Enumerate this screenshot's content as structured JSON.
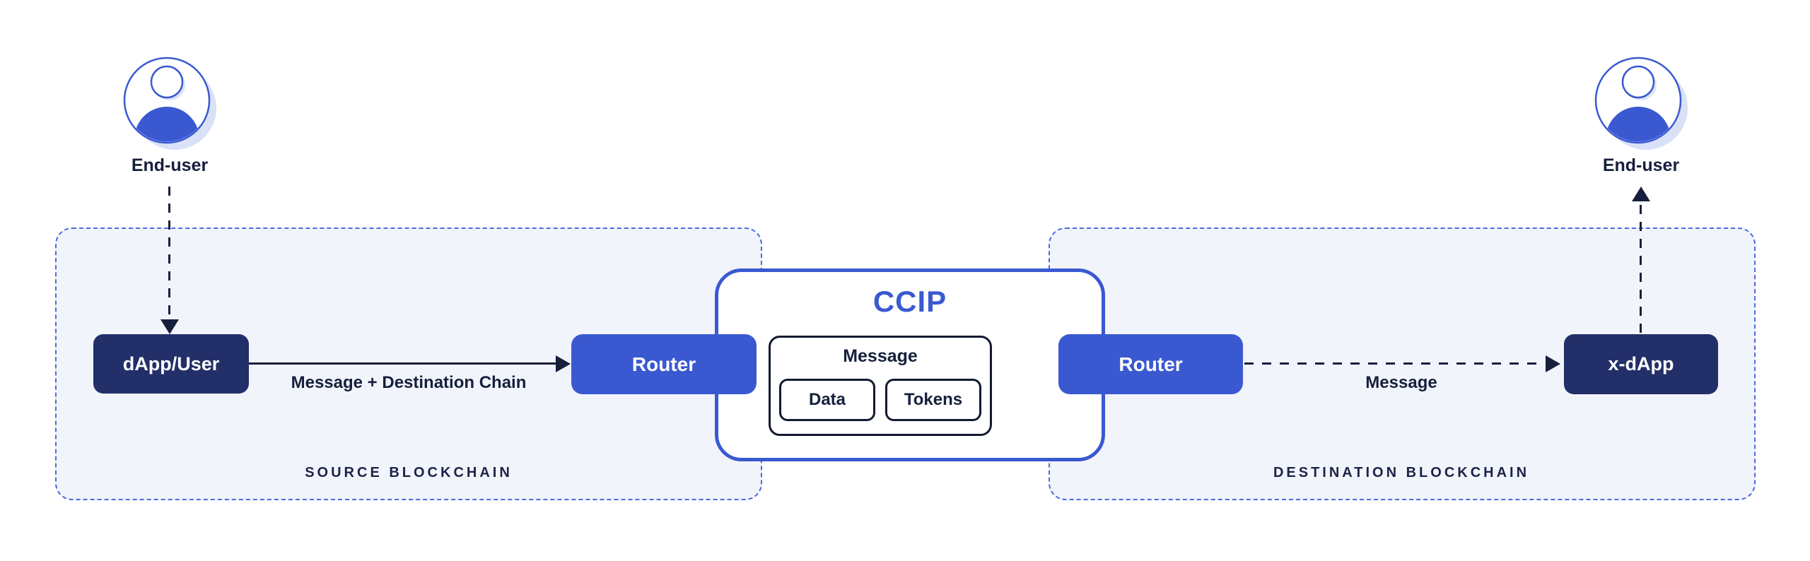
{
  "colors": {
    "brand_blue": "#3A59D1",
    "navy": "#232F68",
    "text_dark": "#16203C",
    "region_bg": "#F2F4FB",
    "region_border_blue": "#4A6BE0",
    "avatar_shadow": "#D9E1F8",
    "canvas_bg": "#FFFFFF",
    "box_border_dark": "#121A2E"
  },
  "source_region": {
    "label": "SOURCE BLOCKCHAIN"
  },
  "destination_region": {
    "label": "DESTINATION BLOCKCHAIN"
  },
  "end_user_left": {
    "label": "End-user"
  },
  "end_user_right": {
    "label": "End-user"
  },
  "nodes": {
    "dapp_user": "dApp/User",
    "router_left": "Router",
    "router_right": "Router",
    "x_dapp": "x-dApp"
  },
  "ccip": {
    "title": "CCIP",
    "message": {
      "title": "Message",
      "data": "Data",
      "tokens": "Tokens"
    }
  },
  "flows": {
    "source_arrow_label": "Message + Destination Chain",
    "dest_arrow_label": "Message"
  },
  "icons": {
    "end_user_left": "user-avatar-icon",
    "end_user_right": "user-avatar-icon"
  }
}
